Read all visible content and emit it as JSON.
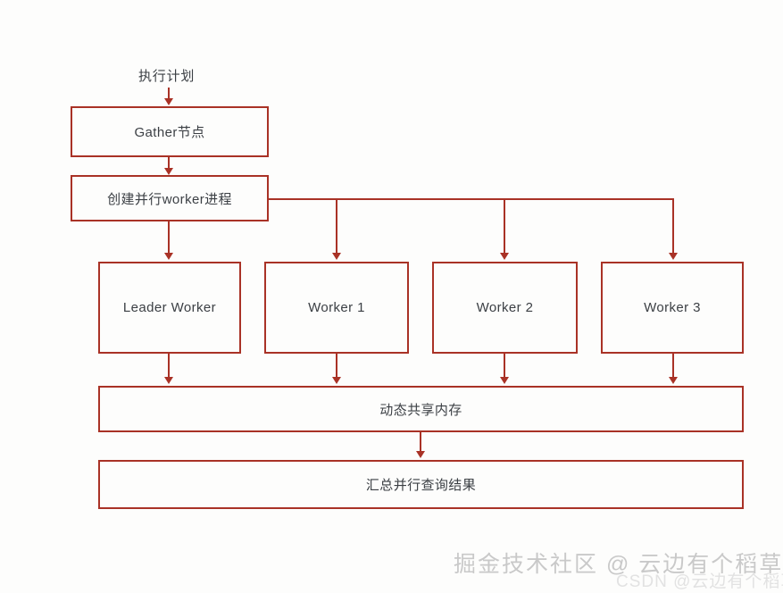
{
  "diagram": {
    "title_caption": "执行计划",
    "nodes": [
      {
        "id": "gather",
        "label": "Gather节点"
      },
      {
        "id": "spawn",
        "label": "创建并行worker进程"
      },
      {
        "id": "leader_worker",
        "label": "Leader Worker"
      },
      {
        "id": "worker1",
        "label": "Worker 1"
      },
      {
        "id": "worker2",
        "label": "Worker 2"
      },
      {
        "id": "worker3",
        "label": "Worker 3"
      },
      {
        "id": "shared_memory",
        "label": "动态共享内存"
      },
      {
        "id": "aggregate",
        "label": "汇总并行查询结果"
      }
    ],
    "accent_color": "#a93226",
    "text_color": "#3b3f44",
    "background_color": "#fdfdfc"
  },
  "watermark": {
    "primary": "掘金技术社区 @ 云边有个稻草人",
    "secondary": "CSDN @云边有个稻草人"
  }
}
